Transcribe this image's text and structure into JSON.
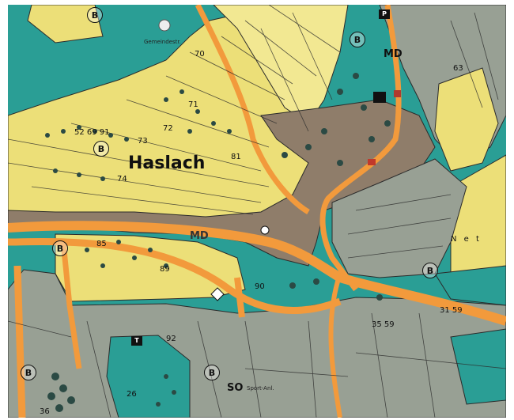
{
  "colors": {
    "teal": "#2a9e95",
    "yellow": "#ecdf78",
    "pale_yellow": "#f2e892",
    "grey_forest": "#98a094",
    "village_brown": "#8f7d6a",
    "orange_road": "#f29a3c",
    "dark_line": "#2b2b2b"
  },
  "labels": {
    "town": "Haslach",
    "zone_md_top": "MD",
    "zone_md_mid": "MD",
    "zone_so": "SO",
    "so_sub": "Sport-Anl.",
    "nr_52": "52 69 91",
    "nr_70": "70",
    "nr_71": "71",
    "nr_72": "72",
    "nr_73": "73",
    "nr_74": "74",
    "nr_81": "81",
    "nr_85": "85",
    "nr_89": "89",
    "nr_90": "90",
    "nr_92": "92",
    "nr_63": "63",
    "nr_35": "35 59",
    "nr_31": "31 59",
    "nr_26": "26",
    "nr_36": "36",
    "margin_right": "N e t",
    "road_small": "Gemeindestr."
  },
  "symbols": {
    "b_badges": [
      "B",
      "B",
      "B",
      "B",
      "B",
      "B",
      "B"
    ],
    "boxes": [
      "P",
      "T"
    ]
  }
}
